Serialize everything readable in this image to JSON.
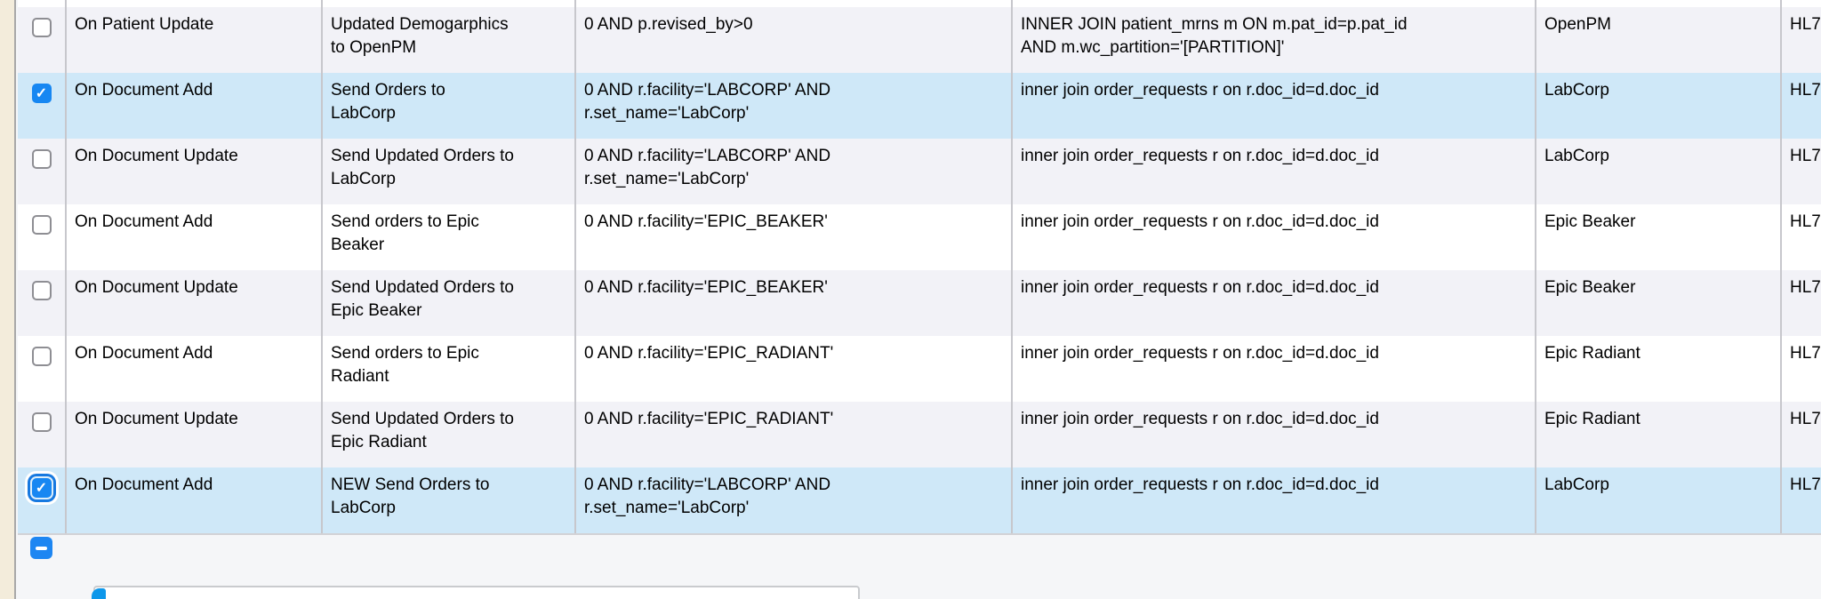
{
  "table": {
    "rows": [
      {
        "checked": false,
        "selected": false,
        "focused": false,
        "event": "On Patient Update",
        "description": "Updated Demogarphics\nto OpenPM",
        "condition": "0 AND p.revised_by>0",
        "join": "INNER JOIN patient_mrns m ON m.pat_id=p.pat_id\nAND m.wc_partition='[PARTITION]'",
        "facility": "OpenPM",
        "protocol": "HL7"
      },
      {
        "checked": true,
        "selected": true,
        "focused": false,
        "event": "On Document Add",
        "description": "Send Orders to\nLabCorp",
        "condition": "0 AND r.facility='LABCORP' AND\nr.set_name='LabCorp'",
        "join": "inner join order_requests r on r.doc_id=d.doc_id",
        "facility": "LabCorp",
        "protocol": "HL7"
      },
      {
        "checked": false,
        "selected": false,
        "focused": false,
        "event": "On Document Update",
        "description": "Send Updated Orders to\nLabCorp",
        "condition": "0 AND r.facility='LABCORP' AND\nr.set_name='LabCorp'",
        "join": "inner join order_requests r on r.doc_id=d.doc_id",
        "facility": "LabCorp",
        "protocol": "HL7"
      },
      {
        "checked": false,
        "selected": false,
        "focused": false,
        "event": "On Document Add",
        "description": "Send orders to Epic\nBeaker",
        "condition": "0 AND r.facility='EPIC_BEAKER'",
        "join": "inner join order_requests r on r.doc_id=d.doc_id",
        "facility": "Epic Beaker",
        "protocol": "HL7"
      },
      {
        "checked": false,
        "selected": false,
        "focused": false,
        "event": "On Document Update",
        "description": "Send Updated Orders to\nEpic Beaker",
        "condition": "0 AND r.facility='EPIC_BEAKER'",
        "join": "inner join order_requests r on r.doc_id=d.doc_id",
        "facility": "Epic Beaker",
        "protocol": "HL7"
      },
      {
        "checked": false,
        "selected": false,
        "focused": false,
        "event": "On Document Add",
        "description": "Send orders to Epic\nRadiant",
        "condition": "0 AND r.facility='EPIC_RADIANT'",
        "join": "inner join order_requests r on r.doc_id=d.doc_id",
        "facility": "Epic Radiant",
        "protocol": "HL7"
      },
      {
        "checked": false,
        "selected": false,
        "focused": false,
        "event": "On Document Update",
        "description": "Send Updated Orders to\nEpic Radiant",
        "condition": "0 AND r.facility='EPIC_RADIANT'",
        "join": "inner join order_requests r on r.doc_id=d.doc_id",
        "facility": "Epic Radiant",
        "protocol": "HL7"
      },
      {
        "checked": true,
        "selected": true,
        "focused": true,
        "event": "On Document Add",
        "description": "NEW Send Orders to\nLabCorp",
        "condition": "0 AND r.facility='LABCORP' AND\nr.set_name='LabCorp'",
        "join": "inner join order_requests r on r.doc_id=d.doc_id",
        "facility": "LabCorp",
        "protocol": "HL7"
      }
    ]
  },
  "actions": {
    "remove_button_icon": "minus-icon"
  },
  "colors": {
    "checkbox_blue": "#1787f2",
    "selected_row": "#cfe8f8",
    "striped_row": "#f2f2f7",
    "gutter_beige": "#f3ecdb",
    "accent_blue": "#0d97ea"
  }
}
